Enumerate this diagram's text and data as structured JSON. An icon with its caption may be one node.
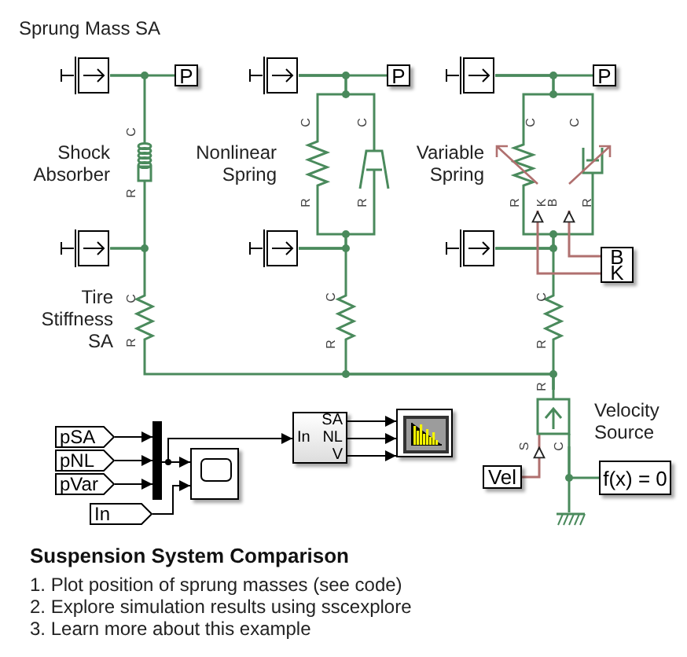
{
  "diagram": {
    "title": "Suspension System Comparison",
    "nodes": [
      {
        "text": [],
        "shape": "box"
      },
      {
        "text": [
          "P"
        ]
      },
      {
        "text": [
          "Shock Absorber"
        ]
      },
      {
        "text": [],
        "shape": "box"
      },
      {
        "text": [
          "Tire Stiffness SA"
        ]
      },
      {
        "text": [],
        "shape": "box"
      },
      {
        "text": [
          "P"
        ]
      },
      {
        "text": [
          "Nonlinear Spring"
        ]
      },
      {
        "text": [],
        "shape": "damper"
      },
      {
        "text": [],
        "shape": "box"
      },
      {
        "text": [],
        "shape": "spring"
      },
      {
        "text": [],
        "shape": "box"
      },
      {
        "text": [
          "P"
        ]
      },
      {
        "text": [
          "Variable Spring"
        ]
      },
      {
        "text": [],
        "shape": "damper"
      },
      {
        "text": [],
        "shape": "box"
      },
      {
        "text": [
          "B",
          "K"
        ]
      },
      {
        "text": [],
        "shape": "spring"
      },
      {
        "text": [
          "Velocity Source"
        ]
      },
      {
        "text": [
          "Vel"
        ]
      },
      {
        "text": [
          "f(x) = 0"
        ]
      },
      {
        "text": [],
        "shape": "ground"
      },
      {
        "text": [
          "pSA"
        ]
      },
      {
        "text": [
          "pNL"
        ]
      },
      {
        "text": [
          "pVar"
        ]
      },
      {
        "text": [
          "In"
        ]
      },
      {
        "text": [],
        "shape": "bar"
      },
      {
        "text": [],
        "shape": "box"
      },
      {
        "text": [
          "In",
          "SA",
          "NL",
          "V"
        ]
      },
      {
        "text": [],
        "shape": "box"
      }
    ],
    "edges": [
      {
        "from": 0,
        "to": 1,
        "arrow": "none"
      },
      {
        "from": 0,
        "to": 2,
        "arrow": "none"
      },
      {
        "from": 2,
        "to": 3,
        "arrow": "none"
      },
      {
        "from": 3,
        "to": 4,
        "arrow": "none"
      },
      {
        "from": 4,
        "to": 18,
        "arrow": "none"
      },
      {
        "from": 5,
        "to": 6,
        "arrow": "none"
      },
      {
        "from": 5,
        "to": 7,
        "arrow": "none"
      },
      {
        "from": 5,
        "to": 8,
        "arrow": "none"
      },
      {
        "from": 7,
        "to": 9,
        "arrow": "none"
      },
      {
        "from": 8,
        "to": 9,
        "arrow": "none"
      },
      {
        "from": 9,
        "to": 10,
        "arrow": "none"
      },
      {
        "from": 10,
        "to": 18,
        "arrow": "none"
      },
      {
        "from": 11,
        "to": 12,
        "arrow": "none"
      },
      {
        "from": 11,
        "to": 13,
        "arrow": "none"
      },
      {
        "from": 11,
        "to": 14,
        "arrow": "none"
      },
      {
        "from": 13,
        "to": 15,
        "arrow": "none"
      },
      {
        "from": 14,
        "to": 15,
        "arrow": "none"
      },
      {
        "from": 15,
        "to": 17,
        "arrow": "none"
      },
      {
        "from": 17,
        "to": 18,
        "arrow": "none"
      },
      {
        "from": 16,
        "to": 14,
        "arrow": "to",
        "color": "#b0706f"
      },
      {
        "from": 16,
        "to": 13,
        "arrow": "to",
        "color": "#b0706f"
      },
      {
        "from": 19,
        "to": 18,
        "arrow": "to",
        "color": "#b0706f"
      },
      {
        "from": 18,
        "to": 20,
        "arrow": "none"
      },
      {
        "from": 18,
        "to": 21,
        "arrow": "none"
      },
      {
        "from": 22,
        "to": 26,
        "arrow": "to",
        "color": "#000000"
      },
      {
        "from": 23,
        "to": 26,
        "arrow": "to",
        "color": "#000000"
      },
      {
        "from": 24,
        "to": 26,
        "arrow": "to",
        "color": "#000000"
      },
      {
        "from": 26,
        "to": 27,
        "arrow": "to",
        "color": "#000000"
      },
      {
        "from": 26,
        "to": 28,
        "arrow": "to",
        "color": "#000000"
      },
      {
        "from": 25,
        "to": 27,
        "arrow": "to",
        "color": "#000000"
      },
      {
        "from": 28,
        "to": 29,
        "arrow": "to",
        "color": "#000000"
      },
      {
        "from": 28,
        "to": 29,
        "arrow": "to",
        "color": "#000000"
      },
      {
        "from": 28,
        "to": 29,
        "arrow": "to",
        "color": "#000000"
      }
    ],
    "labels": [
      "Sprung Mass SA",
      "C",
      "C",
      "C",
      "C",
      "C",
      "R",
      "R",
      "R",
      "R",
      "K",
      "B",
      "R",
      "C",
      "C",
      "C",
      "R",
      "R",
      "R",
      "R",
      "S",
      "C",
      "1. Plot position of sprung masses (see code)",
      "2. Explore simulation results using sscexplore",
      "3. Learn more about this example"
    ]
  }
}
